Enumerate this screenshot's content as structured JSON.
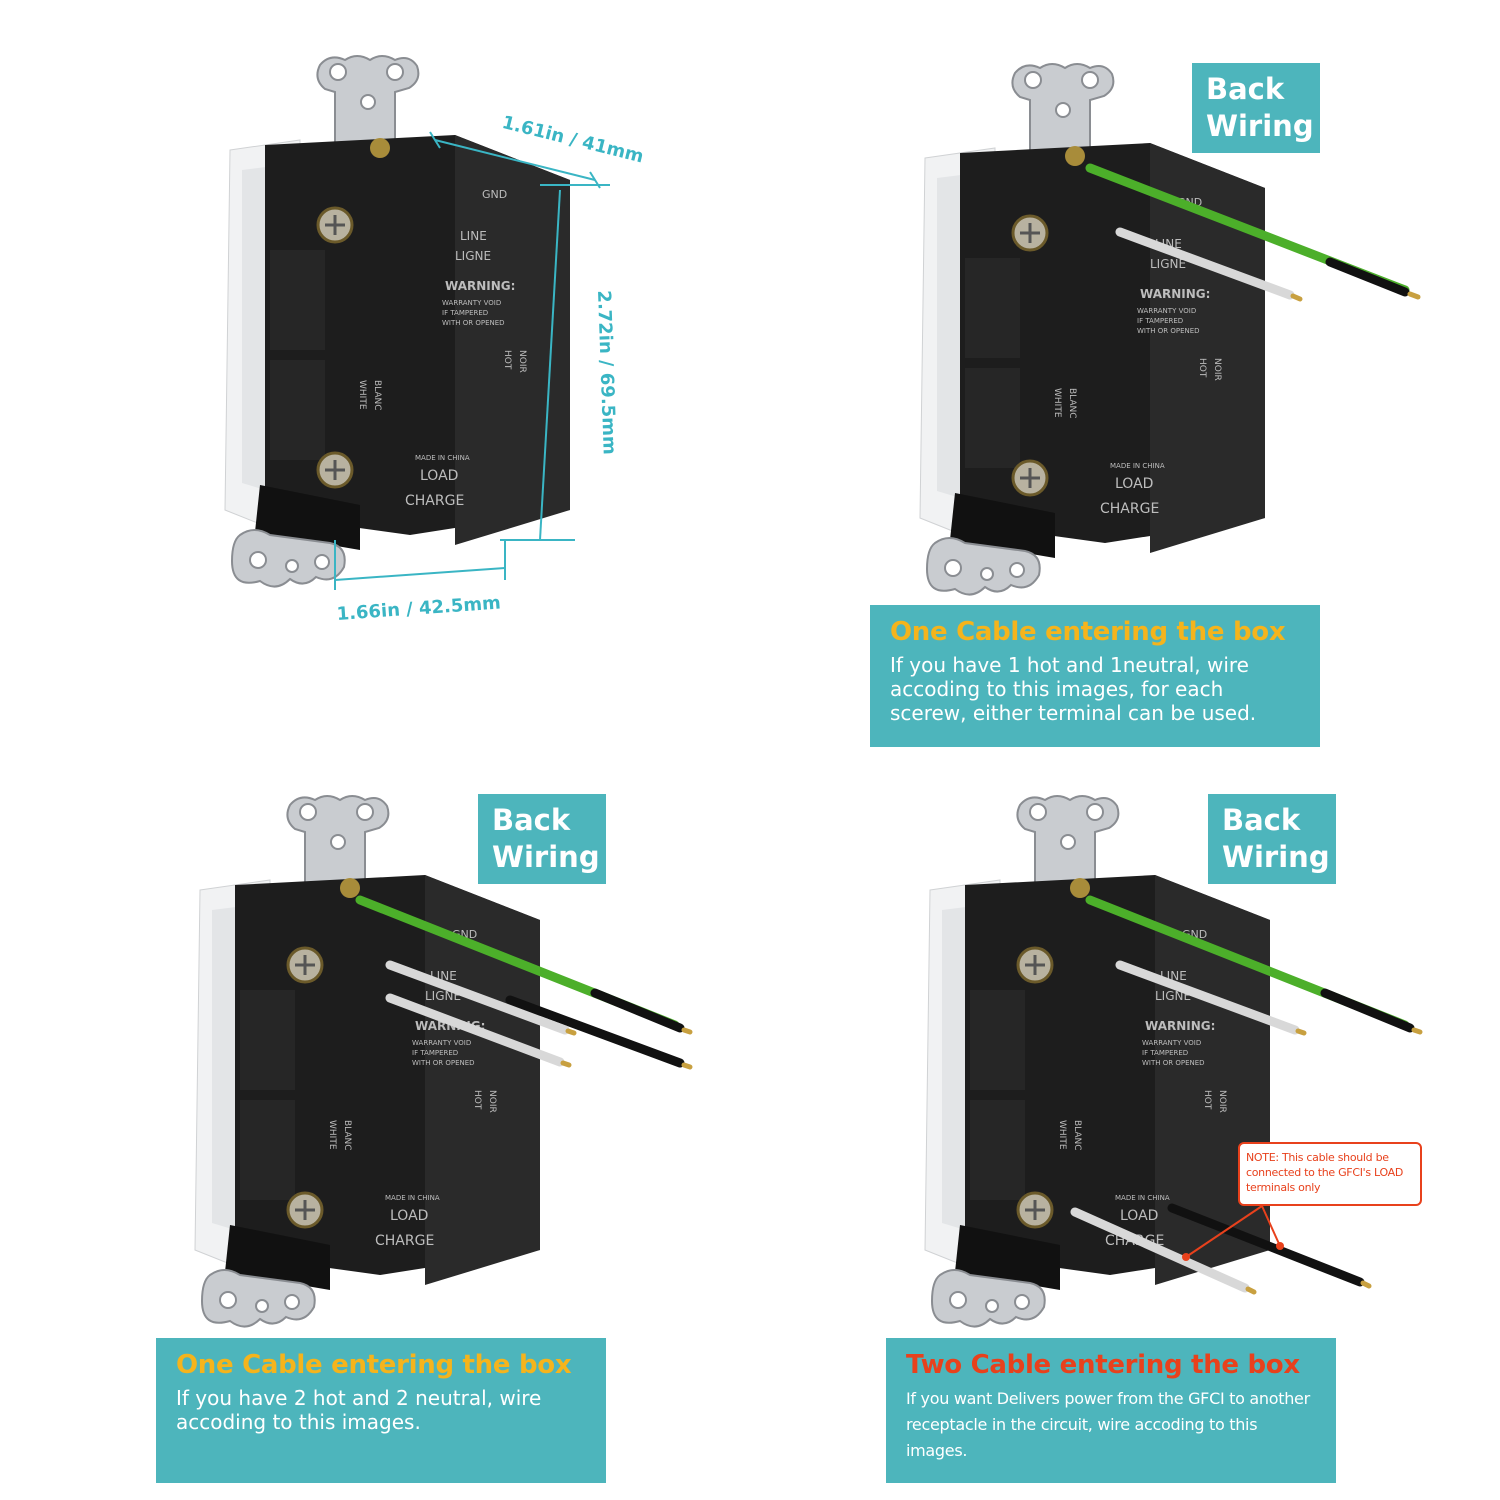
{
  "colors": {
    "teal": "#4db5bc",
    "dimension": "#3ab5c4",
    "orange_title": "#f5b41c",
    "red_title": "#e8411c",
    "ground_wire": "#4caf2a",
    "neutral_wire": "#d8d8d8",
    "hot_wire": "#111111"
  },
  "device_labels": {
    "gnd": "GND",
    "line": "LINE",
    "ligne": "LIGNE",
    "warning": "WARNING:",
    "warranty1": "WARRANTY VOID",
    "warranty2": "IF TAMPERED",
    "warranty3": "WITH OR OPENED",
    "made": "MADE IN CHINA",
    "load": "LOAD",
    "charge": "CHARGE",
    "blanc": "BLANC",
    "white": "WHITE",
    "hot": "HOT",
    "noir": "NOIR"
  },
  "dimensions": {
    "depth": "1.61in / 41mm",
    "height": "2.72in / 69.5mm",
    "width": "1.66in / 42.5mm"
  },
  "panels": [
    {
      "tag": "",
      "title": "",
      "body": ""
    },
    {
      "tag": "Back Wiring",
      "title": "One Cable entering the box",
      "body": "If you have 1 hot and 1neutral, wire accoding to this images, for each scerew, either terminal can be used."
    },
    {
      "tag": "Back Wiring",
      "title": "One Cable entering the box",
      "body": "If you have 2 hot and 2 neutral, wire accoding to this images."
    },
    {
      "tag": "Back Wiring",
      "title": "Two Cable entering the box",
      "body": "If you want Delivers power from the GFCI to another receptacle in the circuit, wire accoding to this images."
    }
  ],
  "note": "NOTE: This cable should be connected to the GFCI's LOAD terminals only"
}
